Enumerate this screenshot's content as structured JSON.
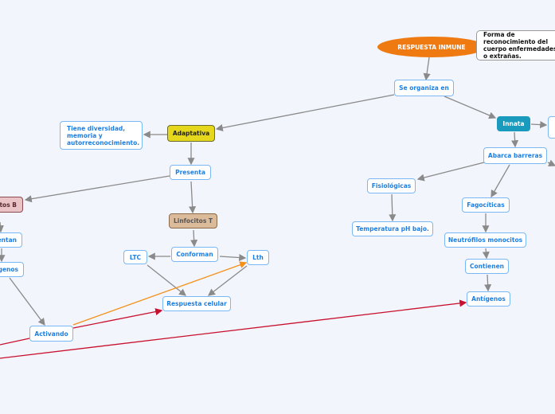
{
  "root": "RESPUESTA INMUNE",
  "note": "Forma de reconocimiento del cuerpo enfermedades o extrañas.",
  "nodes": {
    "organiza": "Se organiza en",
    "innata": "Innata",
    "abarca": "Abarca barreras",
    "adaptativa": "Adaptativa",
    "tiene": "Tiene diversidad, memoria y autorreconocimiento.",
    "presenta": "Presenta",
    "linfB": "Linfocitos B",
    "linfT": "Linfocitos T",
    "presentan": "Presentan",
    "antigenosB": "Antígenos",
    "conforman": "Conforman",
    "ltc": "LTC",
    "lth": "Lth",
    "celular": "Respuesta celular",
    "activando": "Activando",
    "fisio": "Fisiológicas",
    "temp": "Temperatura pH bajo.",
    "fago": "Fagocíticas",
    "neutro": "Neutrófilos monocitos",
    "contienen": "Contienen",
    "antigenos": "Antígenos"
  },
  "colors": {
    "root": "#ef7a12",
    "innata": "#1a9bbd",
    "adaptativa": "#e5d81c",
    "linfB": "#e9c3c5",
    "linfT": "#dcbb9b",
    "arrow": "#8a8a8a",
    "red": "#c8102e",
    "orange": "#f39019"
  }
}
